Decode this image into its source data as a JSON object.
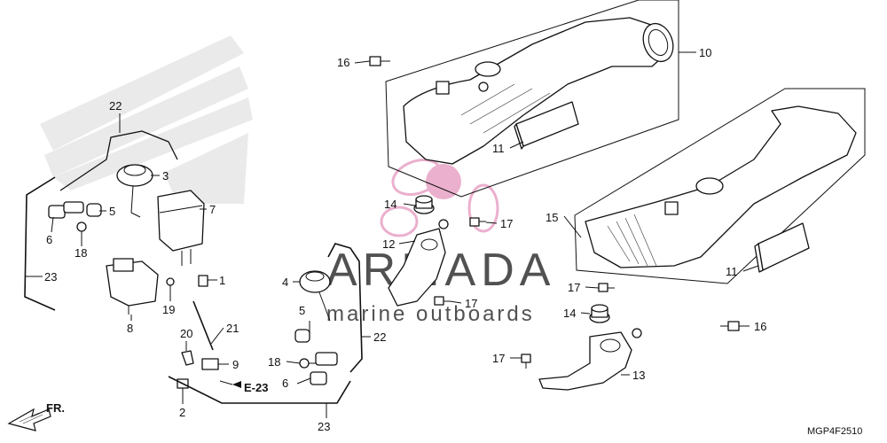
{
  "parts": [
    {
      "id": "p1",
      "label": "1"
    },
    {
      "id": "p2",
      "label": "2"
    },
    {
      "id": "p3",
      "label": "3"
    },
    {
      "id": "p4",
      "label": "4"
    },
    {
      "id": "p5a",
      "label": "5"
    },
    {
      "id": "p5b",
      "label": "5"
    },
    {
      "id": "p6a",
      "label": "6"
    },
    {
      "id": "p6b",
      "label": "6"
    },
    {
      "id": "p7",
      "label": "7"
    },
    {
      "id": "p8",
      "label": "8"
    },
    {
      "id": "p9",
      "label": "9"
    },
    {
      "id": "p10",
      "label": "10"
    },
    {
      "id": "p11a",
      "label": "11"
    },
    {
      "id": "p11b",
      "label": "11"
    },
    {
      "id": "p12",
      "label": "12"
    },
    {
      "id": "p13",
      "label": "13"
    },
    {
      "id": "p14a",
      "label": "14"
    },
    {
      "id": "p14b",
      "label": "14"
    },
    {
      "id": "p15",
      "label": "15"
    },
    {
      "id": "p16a",
      "label": "16"
    },
    {
      "id": "p16b",
      "label": "16"
    },
    {
      "id": "p17a",
      "label": "17"
    },
    {
      "id": "p17b",
      "label": "17"
    },
    {
      "id": "p17c",
      "label": "17"
    },
    {
      "id": "p17d",
      "label": "17"
    },
    {
      "id": "p18a",
      "label": "18"
    },
    {
      "id": "p18b",
      "label": "18"
    },
    {
      "id": "p19",
      "label": "19"
    },
    {
      "id": "p20",
      "label": "20"
    },
    {
      "id": "p21",
      "label": "21"
    },
    {
      "id": "p22a",
      "label": "22"
    },
    {
      "id": "p22b",
      "label": "22"
    },
    {
      "id": "p23a",
      "label": "23"
    },
    {
      "id": "p23b",
      "label": "23"
    }
  ],
  "reference": {
    "label": "E-23"
  },
  "direction": {
    "label": "FR."
  },
  "diagram_code": "MGP4F2510",
  "watermark": {
    "title": "ARMADA",
    "subtitle": "marine outboards",
    "color": "#d98bb4"
  },
  "colors": {
    "line": "#111111",
    "ghost_logo": "#d9d9d9",
    "watermark_pink": "#e8a3c6"
  }
}
